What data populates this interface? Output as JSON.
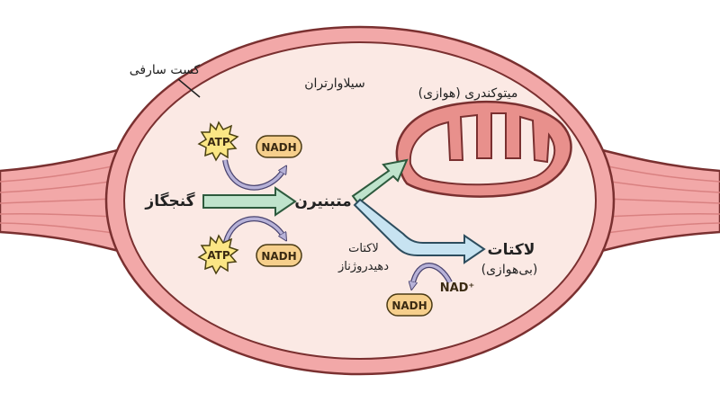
{
  "labels": {
    "sarcolemma": "کست سارفی",
    "sarcoplasm": "سیلاوارتران",
    "mitochondria": "میتوکندری (هوازی)",
    "glucose": "گنجگاز",
    "pyruvate": "متبنیرن",
    "lactate": "لاکتات",
    "anaerobic": "(بی‌هوازی)",
    "enzyme_line1": "لاکتات",
    "enzyme_line2": "دهیدروژناز"
  },
  "molecules": {
    "atp": "ATP",
    "nadh": "NADH",
    "nad_plus": "NAD⁺"
  },
  "colors": {
    "muscle_fill": "#f2a8a8",
    "muscle_stroke": "#7a3030",
    "cell_interior": "#fbe9e4",
    "arrow_green": "#bfe3cc",
    "arrow_blue": "#c7e3f1",
    "curve_arrow": "#b7b2d8",
    "atp_star": "#fbe685",
    "nadh_chip": "#f6cf8c"
  }
}
